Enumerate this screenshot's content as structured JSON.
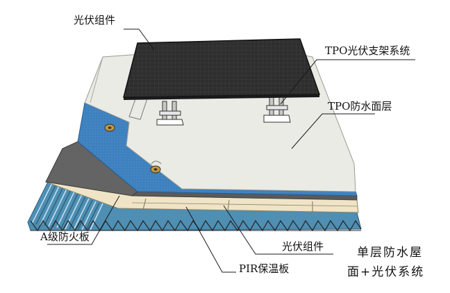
{
  "labels": {
    "pv_module_top": "光伏组件",
    "tpo_pv_bracket": "TPO光伏支架系统",
    "tpo_membrane": "TPO防水面层",
    "a_grade_fireproof_board": "A级防火板",
    "pv_module_bottom": "光伏组件",
    "pir_insulation_board": "PIR保温板"
  },
  "caption": {
    "line1": "单层防水屋",
    "line2": "面+光伏系统"
  },
  "colors": {
    "steel_deck": "#4e8fb3",
    "steel_deck_dark": "#2c6384",
    "insulation": "#efe4c6",
    "fire_board": "#646464",
    "blue_membrane": "#3f82c0",
    "tpo_membrane": "#ebebe6",
    "pv_panel": "#2f2f2f",
    "leader": "#1a1a1a"
  }
}
